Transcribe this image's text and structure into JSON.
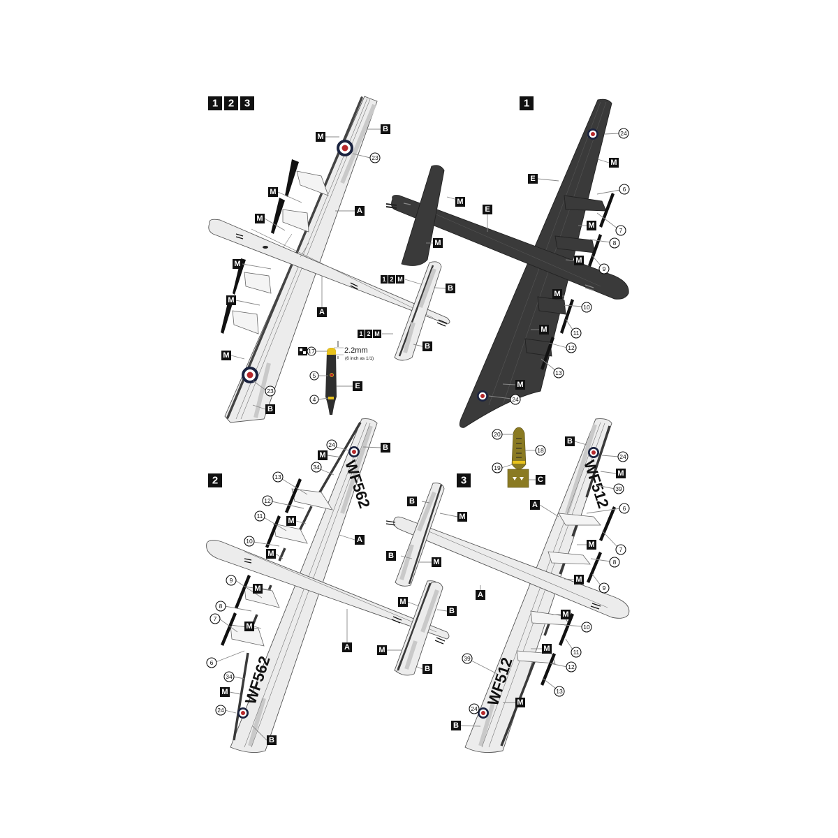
{
  "scheme_badges": {
    "top_left": [
      "1",
      "2",
      "3"
    ],
    "top_right": [
      "1"
    ],
    "mid_left": [
      "2"
    ],
    "mid_right": [
      "3"
    ]
  },
  "letter_codes": {
    "A": "A",
    "B": "B",
    "C": "C",
    "E": "E",
    "M": "M"
  },
  "combined_badge_label": "12M",
  "decal_numbers": {
    "n4": "4",
    "n5": "5",
    "n6": "6",
    "n7": "7",
    "n8": "8",
    "n9": "9",
    "n10": "10",
    "n11": "11",
    "n12": "12",
    "n13": "13",
    "n17": "17",
    "n18": "18",
    "n19": "19",
    "n20": "20",
    "n23": "23",
    "n24": "24",
    "n34": "34",
    "n39": "39"
  },
  "serials": {
    "aircraft_2": "WF562",
    "aircraft_3": "WF512"
  },
  "propeller_note": {
    "dimension": "2.2mm",
    "sub": "(6 inch as 1/1)"
  },
  "colors": {
    "light_grey": "#ececec",
    "dark_grey": "#3a3a3a",
    "roundel_blue": "#1b2340",
    "roundel_red": "#b5282b",
    "prop_tip_yellow": "#e8c21c",
    "bomb_olive": "#8a7a22"
  }
}
